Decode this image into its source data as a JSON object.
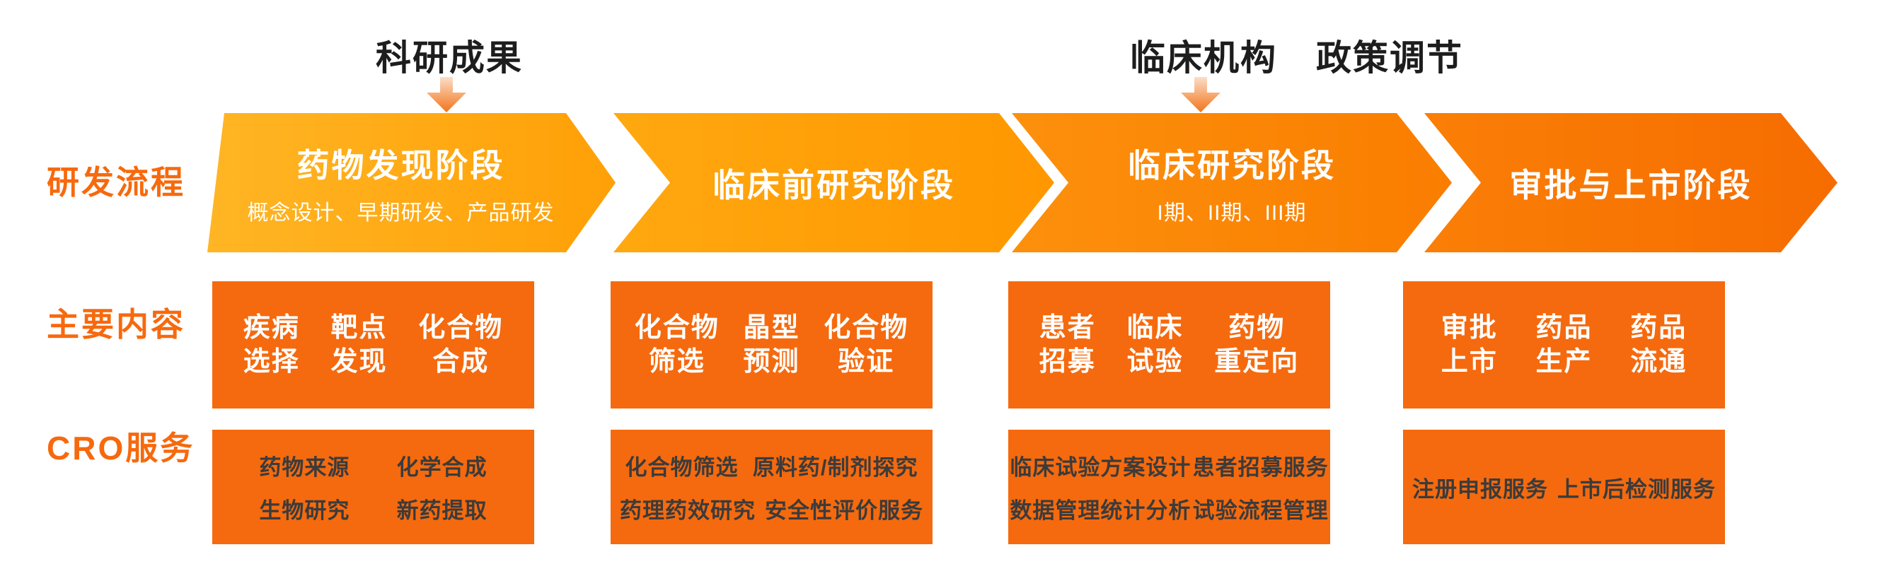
{
  "top_annotations": {
    "research_achievements": "科研成果",
    "clinical_institutions": "临床机构",
    "policy_regulation": "政策调节"
  },
  "row_labels": {
    "process": "研发流程",
    "main_content": "主要内容",
    "cro_services": "CRO服务"
  },
  "stages": [
    {
      "title": "药物发现阶段",
      "subtitle": "概念设计、早期研发、产品研发"
    },
    {
      "title": "临床前研究阶段",
      "subtitle": ""
    },
    {
      "title": "临床研究阶段",
      "subtitle": "I期、II期、III期"
    },
    {
      "title": "审批与上市阶段",
      "subtitle": ""
    }
  ],
  "main_content": [
    {
      "items": [
        [
          "疾病",
          "选择"
        ],
        [
          "靶点",
          "发现"
        ],
        [
          "化合物",
          "合成"
        ]
      ]
    },
    {
      "items": [
        [
          "化合物",
          "筛选"
        ],
        [
          "晶型",
          "预测"
        ],
        [
          "化合物",
          "验证"
        ]
      ]
    },
    {
      "items": [
        [
          "患者",
          "招募"
        ],
        [
          "临床",
          "试验"
        ],
        [
          "药物",
          "重定向"
        ]
      ]
    },
    {
      "items": [
        [
          "审批",
          "上市"
        ],
        [
          "药品",
          "生产"
        ],
        [
          "药品",
          "流通"
        ]
      ]
    }
  ],
  "cro_services": [
    {
      "rows": [
        [
          "药物来源",
          "化学合成"
        ],
        [
          "生物研究",
          "新药提取"
        ]
      ]
    },
    {
      "rows": [
        [
          "化合物筛选",
          "原料药/制剂探究"
        ],
        [
          "药理药效研究",
          "安全性评价服务"
        ]
      ]
    },
    {
      "rows": [
        [
          "临床试验方案设计",
          "患者招募服务"
        ],
        [
          "数据管理统计分析",
          "试验流程管理"
        ]
      ]
    },
    {
      "rows": [
        [
          "注册申报服务",
          "上市后检测服务"
        ]
      ]
    }
  ],
  "colors": {
    "s1_a": "#FFB524",
    "s1_b": "#FFA007",
    "s2_a": "#FFA810",
    "s2_b": "#FF9700",
    "s3_a": "#FC900D",
    "s3_b": "#FA7D00",
    "s4_a": "#FA7F07",
    "s4_b": "#F66C00",
    "box_fill": "#F56A0E",
    "row_label": "#F7690D",
    "top_label": "#1D1D1D",
    "cro_text": "#3B3B3B",
    "stage_text": "#FFFFFF",
    "darrow_a": "#FBDDC8",
    "darrow_b": "#F3741A"
  }
}
